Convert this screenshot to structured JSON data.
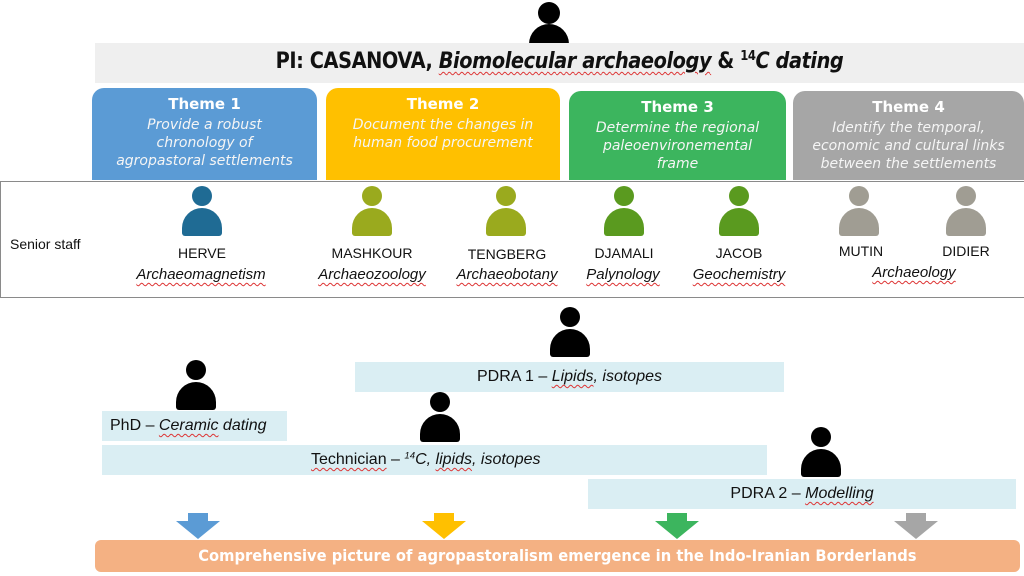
{
  "pi": {
    "icon": "person-icon",
    "prefix": "PI: CASANOVA, ",
    "field": "Biomolecular archaeology",
    "joiner": " & ",
    "isotope_sup": "14",
    "isotope_rest": "C dating"
  },
  "themes": [
    {
      "title": "Theme 1",
      "desc": [
        "Provide a robust",
        "chronology of",
        "agropastoral settlements"
      ],
      "color": "#5b9bd5"
    },
    {
      "title": "Theme 2",
      "desc": [
        "Document the changes in",
        "human food procurement"
      ],
      "color": "#ffc000"
    },
    {
      "title": "Theme 3",
      "desc": [
        "Determine the regional",
        "paleoenvironemental",
        "frame"
      ],
      "color": "#3cb55e"
    },
    {
      "title": "Theme 4",
      "desc": [
        "Identify the temporal,",
        "economic and cultural links",
        "between the settlements"
      ],
      "color": "#a6a6a6"
    }
  ],
  "senior_staff": {
    "label": "Senior staff",
    "members": [
      {
        "name": "HERVE",
        "field": "Archaeomagnetism",
        "color": "#1f6b94"
      },
      {
        "name": "MASHKOUR",
        "field": "Archaeozoology",
        "color": "#9aaa1e"
      },
      {
        "name": "TENGBERG",
        "field": "Archaeobotany",
        "color": "#9aaa1e"
      },
      {
        "name": "DJAMALI",
        "field": "Palynology",
        "color": "#5a9a1f"
      },
      {
        "name": "JACOB",
        "field": "Geochemistry",
        "color": "#5a9a1f"
      },
      {
        "name": "MUTIN",
        "field": "",
        "color": "#a09d93"
      },
      {
        "name": "DIDIER",
        "field": "",
        "color": "#a09d93"
      }
    ],
    "shared_field": "Archaeology"
  },
  "positions": {
    "pdra1": {
      "role": "PDRA 1 – ",
      "topic": "Lipids",
      "topic_rest": ", isotopes"
    },
    "phd": {
      "role": "PhD – ",
      "topic": "Ceramic",
      "topic_rest": " dating"
    },
    "technician": {
      "role": "Technician",
      "dash": " – ",
      "sup": "14",
      "topic_a": "C, ",
      "topic_b": "lipids",
      "topic_c": ", isotopes"
    },
    "pdra2": {
      "role": "PDRA 2 – ",
      "topic": "Modelling"
    }
  },
  "arrows": [
    "#5b9bd5",
    "#ffc000",
    "#3cb55e",
    "#a6a6a6"
  ],
  "outcome": "Comprehensive picture of agropastoralism emergence in the Indo-Iranian Borderlands"
}
